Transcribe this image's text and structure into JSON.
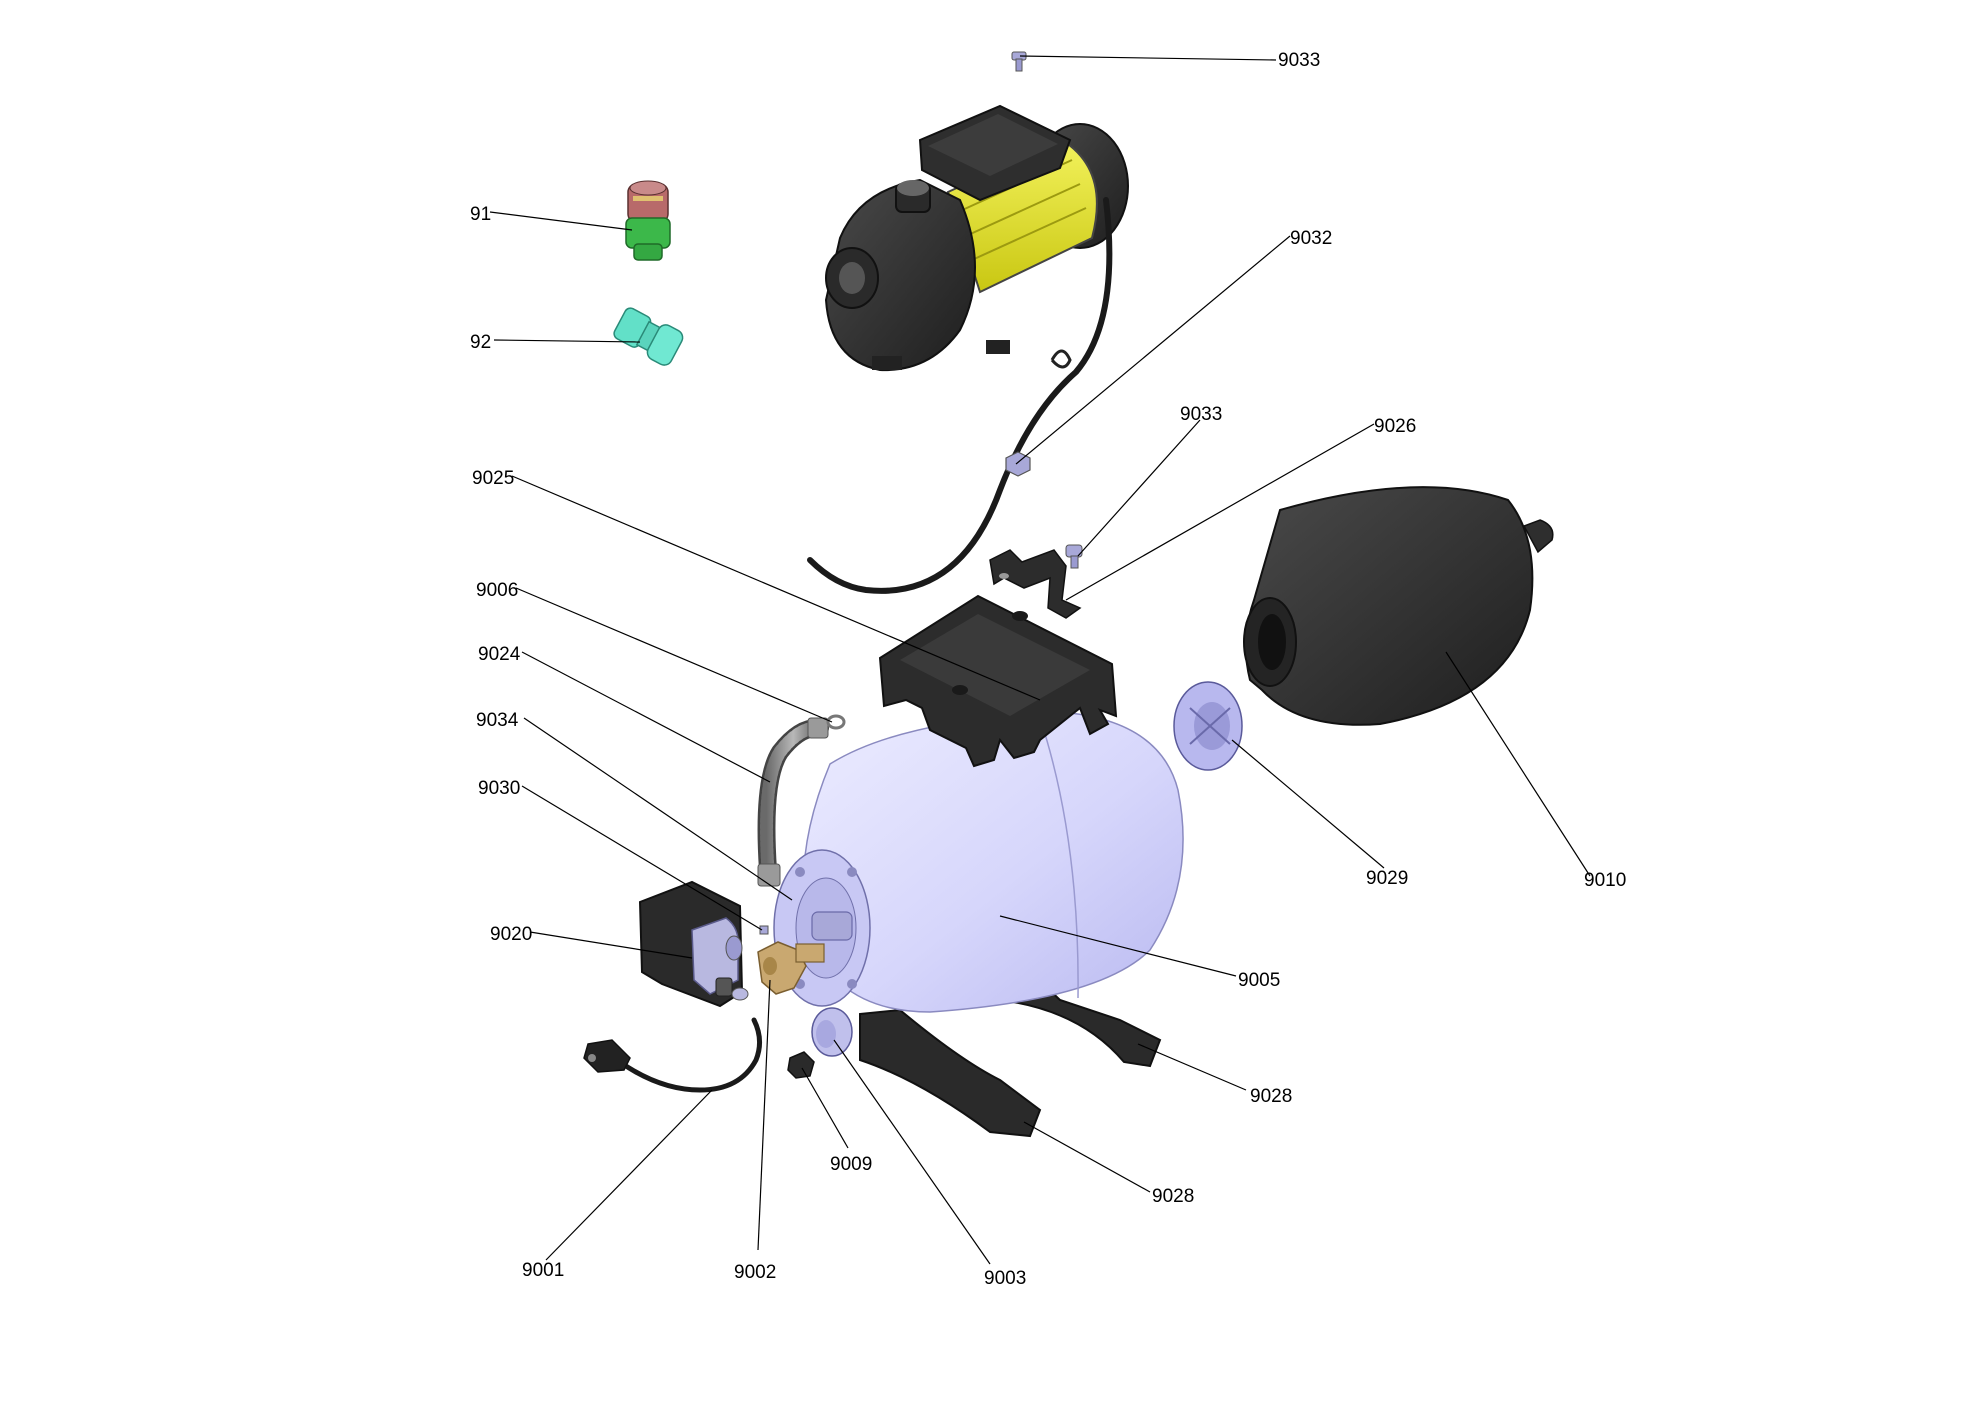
{
  "diagram": {
    "parts": [
      {
        "id": "p9033a",
        "number": "9033"
      },
      {
        "id": "p91",
        "number": "91"
      },
      {
        "id": "p92",
        "number": "92"
      },
      {
        "id": "p9032",
        "number": "9032"
      },
      {
        "id": "p9033b",
        "number": "9033"
      },
      {
        "id": "p9026",
        "number": "9026"
      },
      {
        "id": "p9025",
        "number": "9025"
      },
      {
        "id": "p9006",
        "number": "9006"
      },
      {
        "id": "p9024",
        "number": "9024"
      },
      {
        "id": "p9034",
        "number": "9034"
      },
      {
        "id": "p9030",
        "number": "9030"
      },
      {
        "id": "p9020",
        "number": "9020"
      },
      {
        "id": "p9029",
        "number": "9029"
      },
      {
        "id": "p9010",
        "number": "9010"
      },
      {
        "id": "p9005",
        "number": "9005"
      },
      {
        "id": "p9028a",
        "number": "9028"
      },
      {
        "id": "p9028b",
        "number": "9028"
      },
      {
        "id": "p9009",
        "number": "9009"
      },
      {
        "id": "p9001",
        "number": "9001"
      },
      {
        "id": "p9002",
        "number": "9002"
      },
      {
        "id": "p9003",
        "number": "9003"
      }
    ],
    "colors": {
      "motor_yellow": "#e8e61e",
      "housing_black": "#2b2b2b",
      "tank_lavender": "#d6d6fb",
      "valve_green": "#3cb84a",
      "valve_red": "#b86a6a",
      "fitting_cyan": "#62e0c8",
      "brass": "#c9a870",
      "fastener_gray": "#a8a8d8"
    }
  }
}
